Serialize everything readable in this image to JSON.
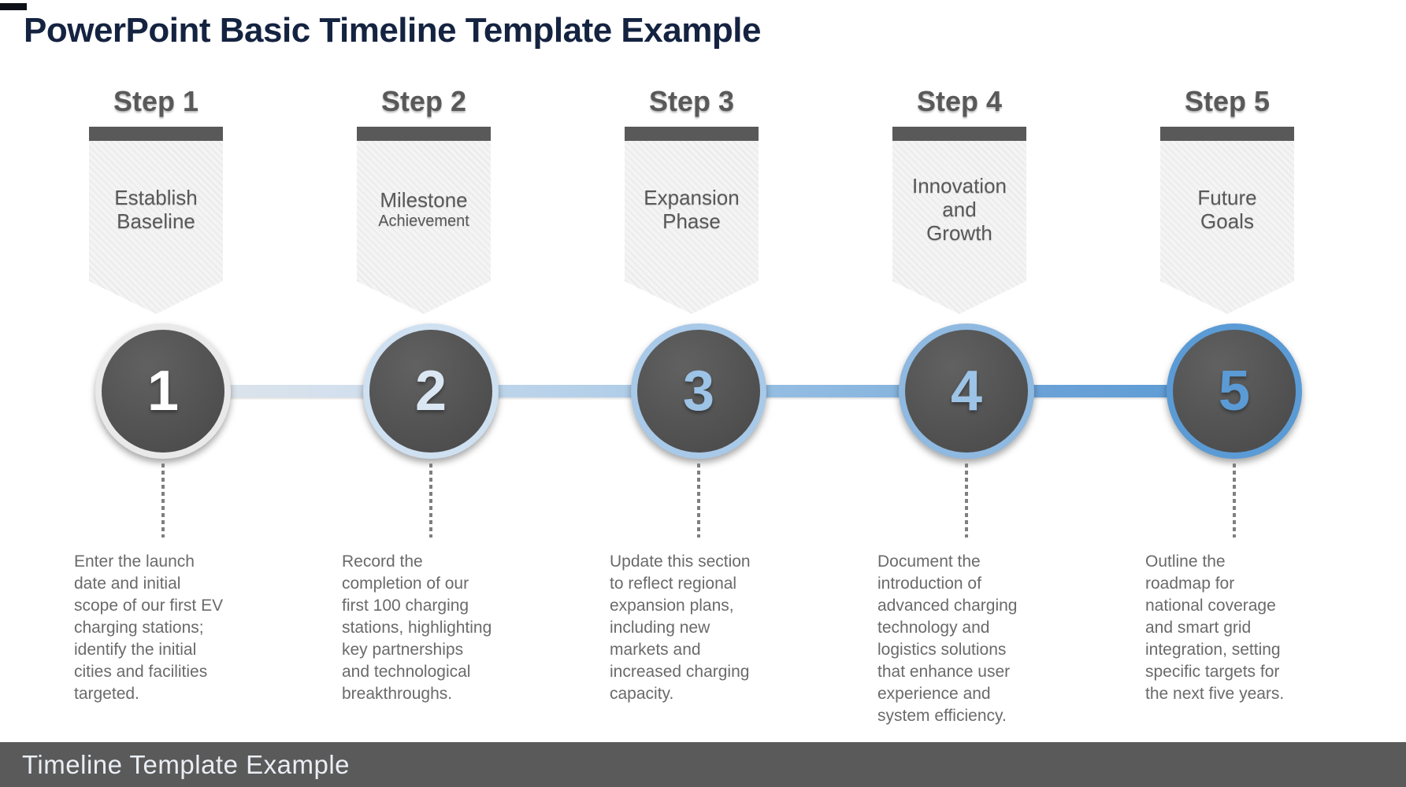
{
  "page": {
    "title": "PowerPoint Basic Timeline Template Example",
    "footer": "Timeline Template Example"
  },
  "palette": {
    "title_text": "#142340",
    "step_heading_text": "#595959",
    "banner_bar": "#595959",
    "banner_hatch_light": "#f4f4f4",
    "banner_hatch_dark": "#e9e9e9",
    "circle_fill": "#545454",
    "description_text": "#6a6a6a",
    "dotted_line": "#7f7f7f",
    "footer_bg": "#5a5a5a",
    "footer_text": "#eaeef4",
    "accent_blue": "#5b9bd5"
  },
  "steps": [
    {
      "heading": "Step 1",
      "banner_label": "Establish\nBaseline",
      "banner_sublabel": "",
      "number": "1",
      "description": "Enter the launch\ndate and initial\nscope of our first EV\ncharging stations;\nidentify the initial\ncities and facilities\ntargeted.",
      "colors": {
        "ring": "#e9e9e9",
        "number": "#ffffff"
      }
    },
    {
      "heading": "Step 2",
      "banner_label": "Milestone",
      "banner_sublabel": "Achievement",
      "number": "2",
      "description": "Record the\ncompletion of our\nfirst 100 charging\nstations, highlighting\nkey partnerships\nand technological\nbreakthroughs.",
      "colors": {
        "ring": "#cfe0f1",
        "number": "#dbe6f3"
      }
    },
    {
      "heading": "Step 3",
      "banner_label": "Expansion\nPhase",
      "banner_sublabel": "",
      "number": "3",
      "description": "Update this section\nto reflect regional\nexpansion plans,\nincluding new\nmarkets and\nincreased charging\ncapacity.",
      "colors": {
        "ring": "#a9c9e8",
        "number": "#9dc3e6"
      }
    },
    {
      "heading": "Step 4",
      "banner_label": "Innovation\nand\nGrowth",
      "banner_sublabel": "",
      "number": "4",
      "description": "Document the\nintroduction of\nadvanced charging\ntechnology and\nlogistics solutions\nthat enhance user\nexperience and\nsystem efficiency.",
      "colors": {
        "ring": "#8fb9e0",
        "number": "#9dc3e6"
      }
    },
    {
      "heading": "Step 5",
      "banner_label": "Future\nGoals",
      "banner_sublabel": "",
      "number": "5",
      "description": "Outline the\nroadmap for\nnational coverage\nand smart grid\nintegration, setting\nspecific targets for\nthe next five years.",
      "colors": {
        "ring": "#5b9bd5",
        "number": "#5b9bd5"
      }
    }
  ],
  "connectors": [
    {
      "from": "#e0e6eb",
      "to": "#ccdcee"
    },
    {
      "from": "#c4d9ec",
      "to": "#a9c9e7"
    },
    {
      "from": "#9cc2e5",
      "to": "#80b0dc"
    },
    {
      "from": "#70a4d8",
      "to": "#5b9bd5"
    }
  ]
}
